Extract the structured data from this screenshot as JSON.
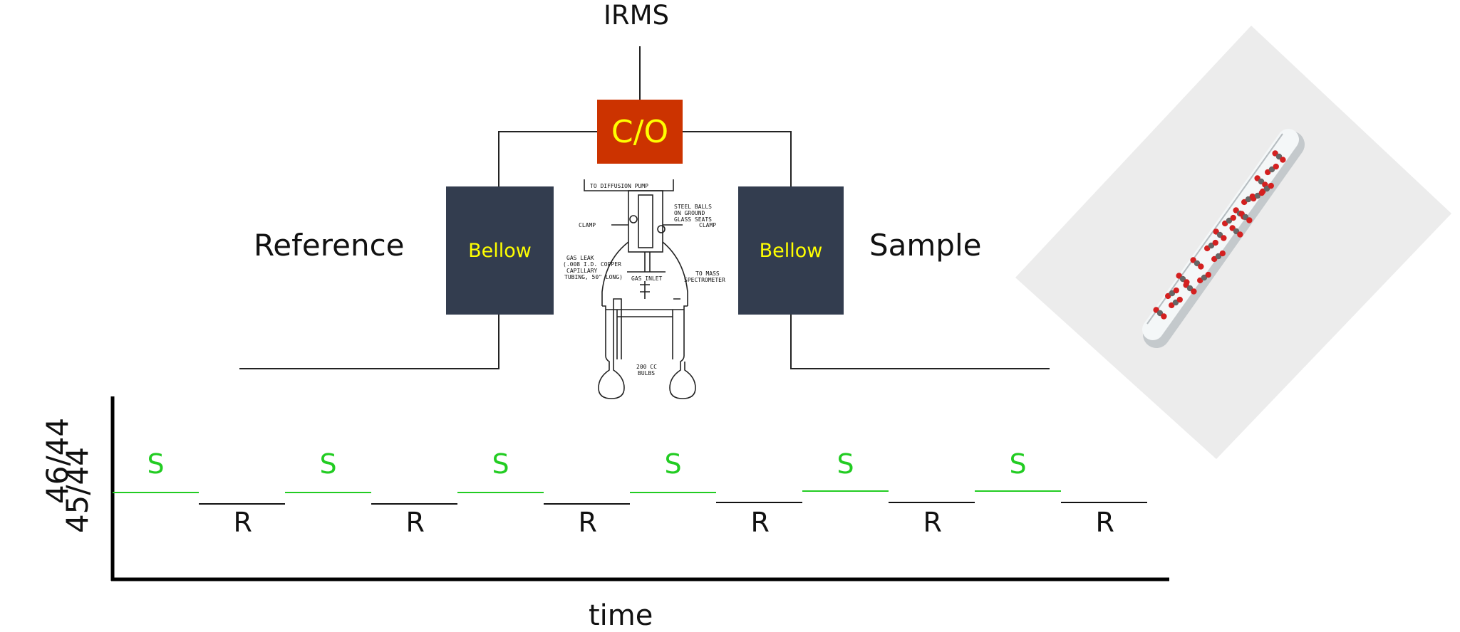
{
  "diagram": {
    "top_label": "IRMS",
    "changeover_label": "C/O",
    "reference_label": "Reference",
    "sample_label": "Sample",
    "bellow_left_label": "Bellow",
    "bellow_right_label": "Bellow",
    "colors": {
      "bellow": "#333d4f",
      "changeover": "#cc3300",
      "box_text": "#ffff00",
      "sample_trace": "#22cc22",
      "reference_trace": "#111111"
    },
    "schematic": {
      "to_diffusion_pump": "TO DIFFUSION PUMP",
      "steel_balls": [
        "STEEL BALLS",
        "ON GROUND",
        "GLASS SEATS"
      ],
      "clamp_left": "CLAMP",
      "clamp_right": "CLAMP",
      "gas_leak": [
        "GAS LEAK",
        "(.008 I.D. COPPER",
        "CAPILLARY",
        "TUBING, 50\" LONG)"
      ],
      "to_mass_spectrometer": [
        "TO MASS",
        "SPECTROMETER"
      ],
      "gas_inlet": "GAS INLET",
      "bulbs": [
        "200 CC",
        "BULBS"
      ]
    }
  },
  "chart": {
    "ylabel_outer": "46/44",
    "ylabel_inner": "45/44",
    "xlabel": "time",
    "sample_marker": "S",
    "reference_marker": "R",
    "sequence": [
      "S",
      "R",
      "S",
      "R",
      "S",
      "R",
      "S",
      "R",
      "S",
      "R",
      "S",
      "R"
    ]
  }
}
